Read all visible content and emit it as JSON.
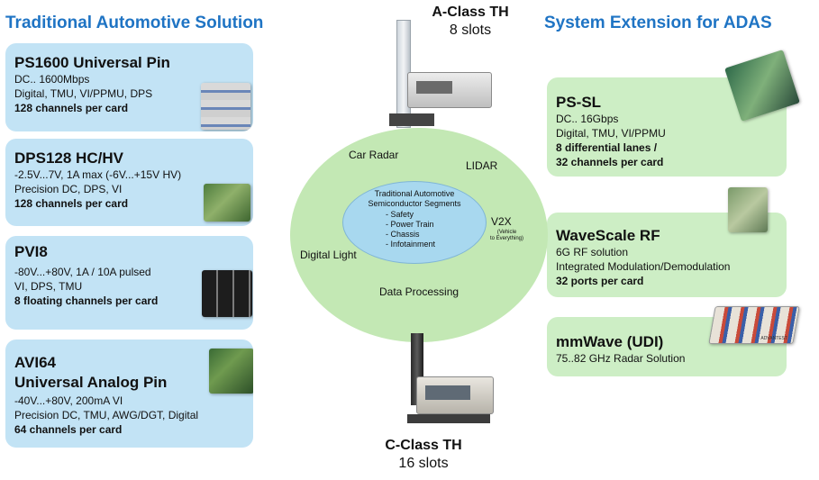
{
  "headings": {
    "left": "Traditional Automotive Solution",
    "right": "System Extension for ADAS"
  },
  "left_cards": [
    {
      "title": "PS1600 Universal Pin",
      "lines": [
        "DC.. 1600Mbps",
        "Digital, TMU,  VI/PPMU, DPS"
      ],
      "bold_line": "128 channels per card"
    },
    {
      "title": "DPS128 HC/HV",
      "lines": [
        "-2.5V...7V, 1A max (-6V...+15V HV)",
        "Precision DC, DPS, VI"
      ],
      "bold_line": "128 channels per card"
    },
    {
      "title": "PVI8",
      "lines": [
        "-80V...+80V, 1A / 10A pulsed",
        "VI, DPS, TMU"
      ],
      "bold_line": "8 floating channels per card"
    },
    {
      "title": "AVI64",
      "title2": "Universal Analog Pin",
      "lines": [
        "-40V...+80V, 200mA  VI",
        "Precision DC, TMU,  AWG/DGT, Digital"
      ],
      "bold_line": "64 channels per card"
    }
  ],
  "right_cards": [
    {
      "title": "PS-SL",
      "lines": [
        "DC.. 16Gbps",
        "Digital, TMU,  VI/PPMU"
      ],
      "bold_lines": [
        "8 differential lanes /",
        "32 channels per card"
      ]
    },
    {
      "title": "WaveScale RF",
      "lines": [
        "6G RF solution",
        "Integrated Modulation/Demodulation"
      ],
      "bold_lines": [
        "32 ports per card"
      ]
    },
    {
      "title": "mmWave (UDI)",
      "lines": [
        "75..82 GHz Radar Solution"
      ],
      "bold_lines": []
    }
  ],
  "testers": {
    "a_class": {
      "name": "A-Class TH",
      "slots": "8 slots"
    },
    "c_class": {
      "name": "C-Class TH",
      "slots": "16 slots"
    }
  },
  "diagram": {
    "inner_title": "Traditional Automotive Semiconductor Segments",
    "inner_items": [
      "- Safety",
      "- Power Train",
      "- Chassis",
      "- Infotainment"
    ],
    "segments": {
      "car_radar": "Car Radar",
      "lidar": "LIDAR",
      "v2x": "V2X",
      "v2x_sub1": "(Vehicle",
      "v2x_sub2": "to Everything)",
      "digital_light": "Digital Light",
      "data_processing": "Data Processing"
    }
  },
  "board_labels": {
    "mmwave_brand": "ADVANTEST"
  }
}
